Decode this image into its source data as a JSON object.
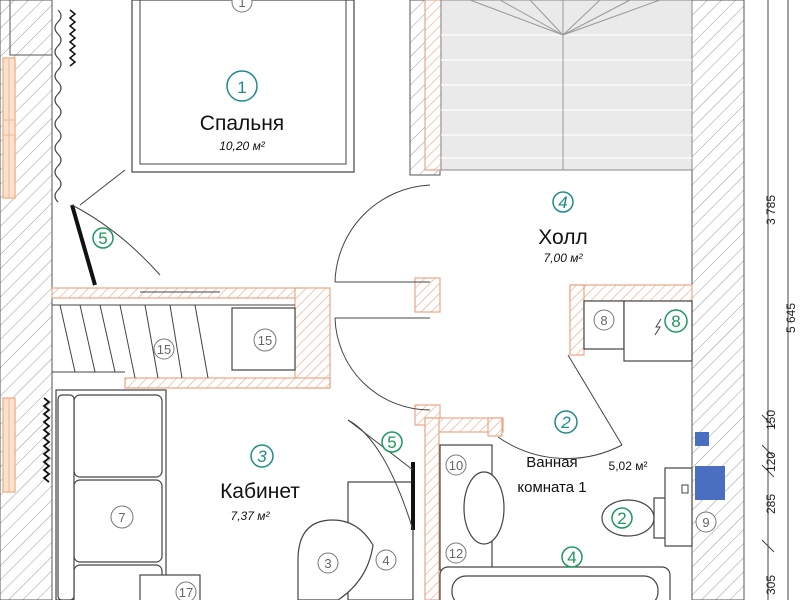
{
  "rooms": {
    "bedroom": {
      "number": "1",
      "name": "Спальня",
      "area": "10,20 м²"
    },
    "bathroom": {
      "number": "2",
      "name_line1": "Ванная",
      "name_line2": "комната 1",
      "area": "5,02 м²"
    },
    "study": {
      "number": "3",
      "name": "Кабинет",
      "area": "7,37 м²"
    },
    "hall": {
      "number": "4",
      "name": "Холл",
      "area": "7,00 м²"
    }
  },
  "markers": {
    "green": [
      "5",
      "5",
      "8",
      "2",
      "2",
      "4"
    ],
    "grey": [
      "1",
      "8",
      "15",
      "15",
      "7",
      "3",
      "4",
      "10",
      "12",
      "9",
      "17"
    ]
  },
  "dimensions": {
    "d3785": "3 785",
    "d5645": "5 645",
    "d150": "150",
    "d120": "120",
    "d285": "285",
    "d305": "305"
  },
  "colors": {
    "wall_hatch": "#9a9a9a",
    "partition_orange": "#e8a787",
    "green_marker": "#1a9a5a",
    "room_number_teal": "#1e8a8a",
    "window_orange": "#f0b890",
    "blue_fixture": "#4a6fc0"
  }
}
